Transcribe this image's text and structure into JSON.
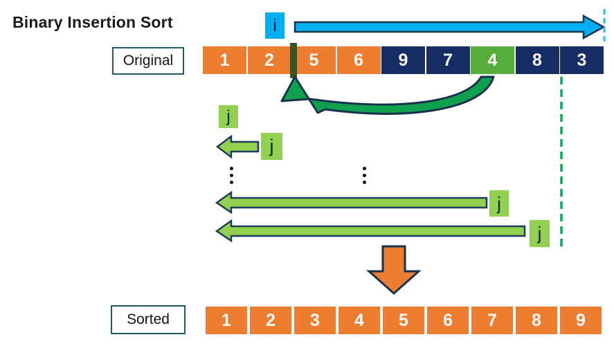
{
  "title": "Binary Insertion Sort",
  "labels": {
    "original": "Original",
    "sorted": "Sorted"
  },
  "pointers": {
    "i": "i",
    "j": "j"
  },
  "original_row": {
    "cells": [
      {
        "value": "1",
        "color": "orange"
      },
      {
        "value": "2",
        "color": "orange"
      },
      {
        "value": "5",
        "color": "orange"
      },
      {
        "value": "6",
        "color": "orange"
      },
      {
        "value": "9",
        "color": "navy"
      },
      {
        "value": "7",
        "color": "navy"
      },
      {
        "value": "4",
        "color": "green"
      },
      {
        "value": "8",
        "color": "navy"
      },
      {
        "value": "3",
        "color": "navy"
      }
    ]
  },
  "sorted_row": {
    "cells": [
      "1",
      "2",
      "3",
      "4",
      "5",
      "6",
      "7",
      "8",
      "9"
    ]
  },
  "icons": {
    "i_scan_arrow": "right-arrow",
    "j_scan_arrows": "left-arrow",
    "insert_arrow": "curved-left-arrow",
    "result_arrow": "down-arrow",
    "ellipsis": "vertical-ellipsis"
  },
  "colors": {
    "orange": "#ED7D31",
    "navy": "#152D62",
    "cell_green": "#57AC3C",
    "light_green": "#92D050",
    "emerald": "#0FA14D",
    "insertion_bar_green": "#375623",
    "cyan": "#00B0F0",
    "dashed_cyan": "#2EB8EE",
    "dashed_green": "#00B050",
    "box_border_teal": "#205867",
    "outline_navy": "#16324E"
  }
}
